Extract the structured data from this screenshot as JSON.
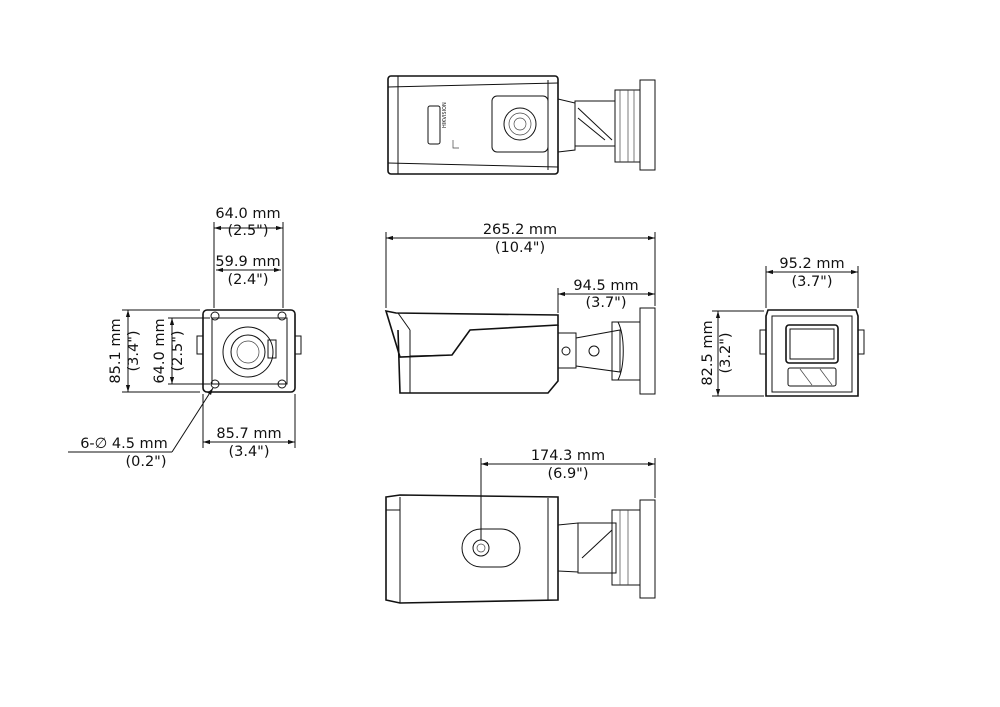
{
  "dimensions": {
    "rear_width": {
      "mm": "64.0 mm",
      "inch": "(2.5\")"
    },
    "rear_hole_span": {
      "mm": "59.9 mm",
      "inch": "(2.4\")"
    },
    "rear_height": {
      "mm": "85.1 mm",
      "inch": "(3.4\")"
    },
    "rear_hole_height": {
      "mm": "64.0 mm",
      "inch": "(2.5\")"
    },
    "base_width": {
      "mm": "85.7 mm",
      "inch": "(3.4\")"
    },
    "mount_holes": {
      "mm": "6-∅ 4.5 mm",
      "inch": "(0.2\")"
    },
    "overall_length": {
      "mm": "265.2 mm",
      "inch": "(10.4\")"
    },
    "bracket_length": {
      "mm": "94.5 mm",
      "inch": "(3.7\")"
    },
    "front_width": {
      "mm": "95.2 mm",
      "inch": "(3.7\")"
    },
    "front_height": {
      "mm": "82.5 mm",
      "inch": "(3.2\")"
    },
    "bottom_length": {
      "mm": "174.3 mm",
      "inch": "(6.9\")"
    }
  },
  "label_text": "HIKVISION",
  "line_color": "#111111"
}
